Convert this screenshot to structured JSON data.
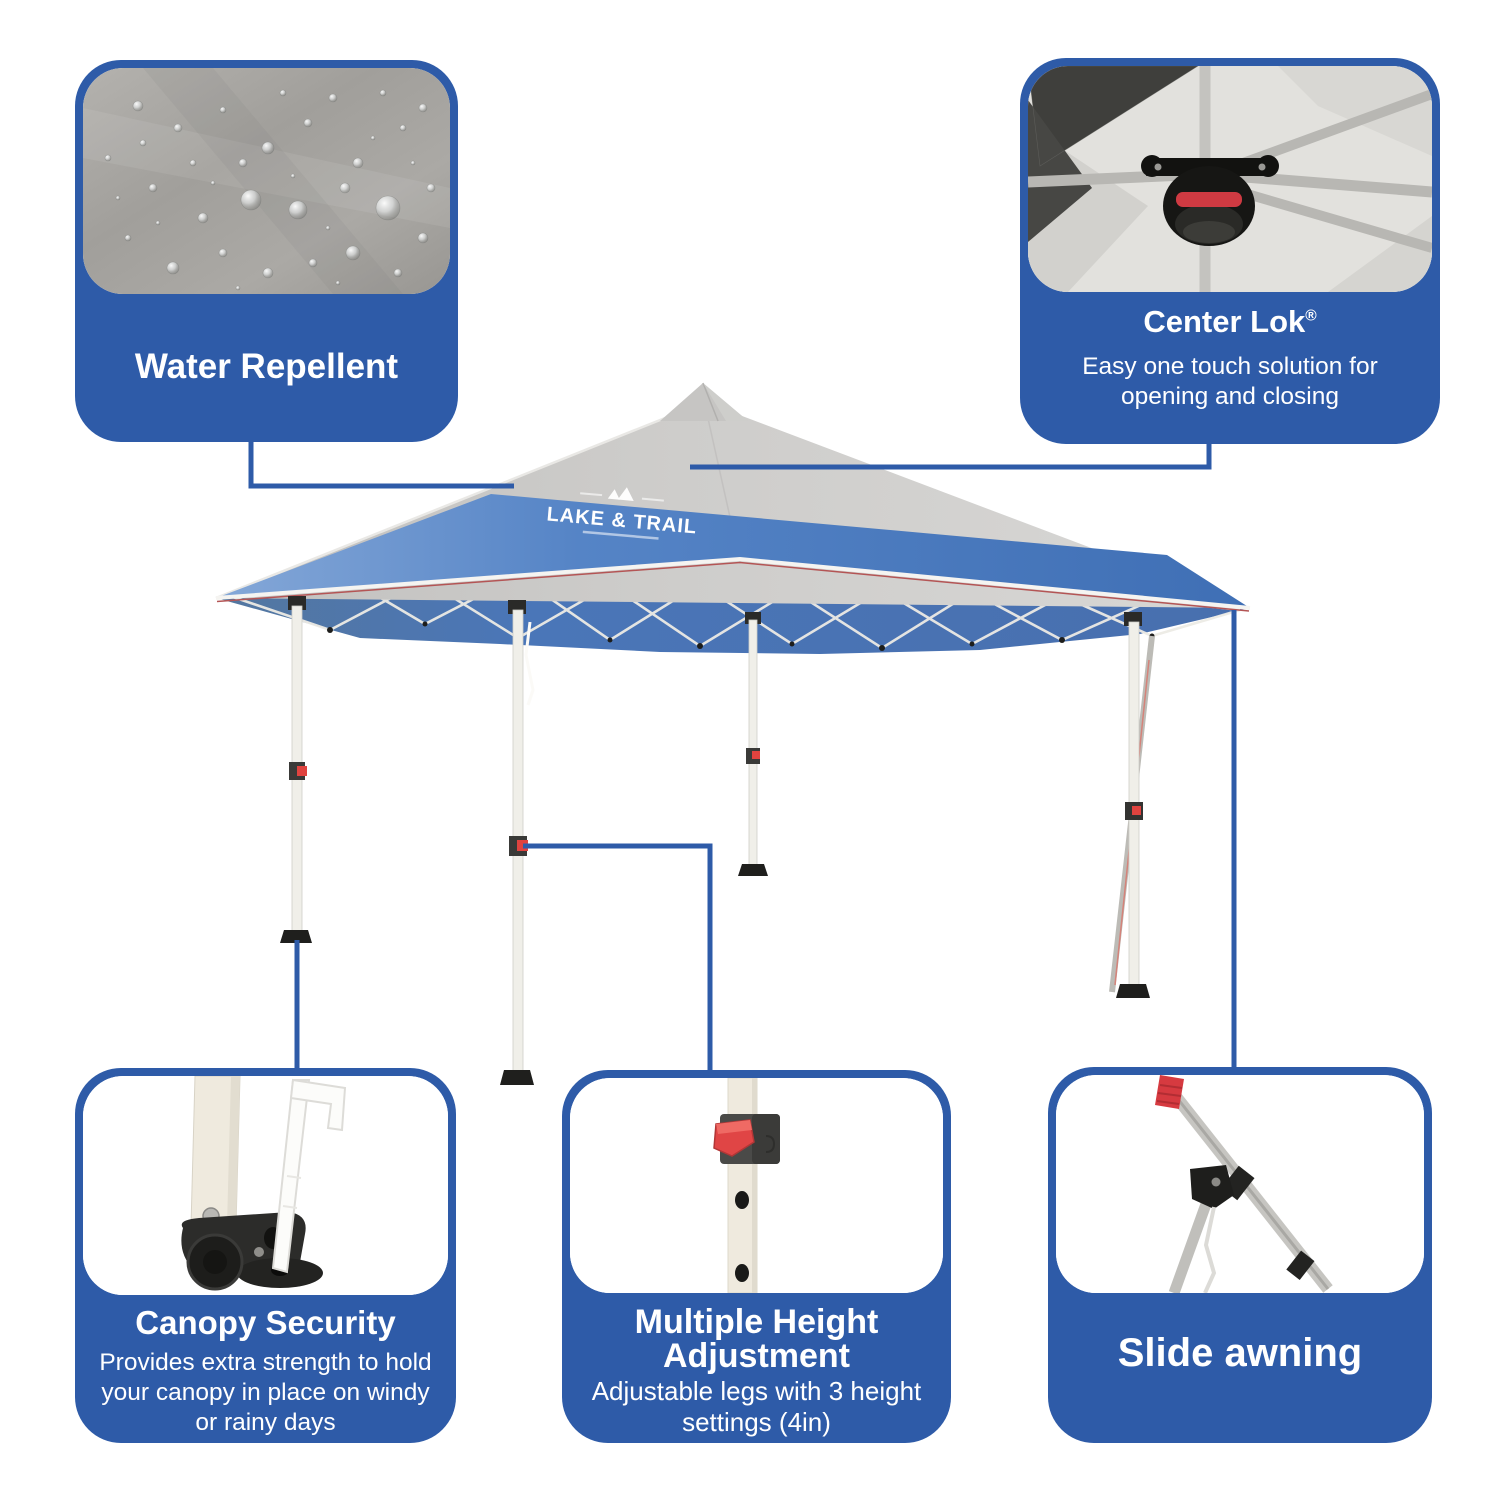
{
  "brand": {
    "logo_text": "LAKE & TRAIL"
  },
  "colors": {
    "card_blue": "#2e5ba8",
    "connector_blue": "#2e5ba8",
    "canopy_gray": "#cdccca",
    "valance_blue": "#4f80c4",
    "underside_blue": "#4a76b8",
    "accent_red": "#d63a40",
    "text_white": "#ffffff"
  },
  "cards": {
    "water_repellent": {
      "title": "Water Repellent",
      "image": "water-droplets-on-gray-fabric"
    },
    "center_lok": {
      "title": "Center Lok",
      "trademark": "®",
      "body_lines": [
        "Easy one touch solution for",
        "opening and closing"
      ],
      "image": "canopy-center-hub-underside"
    },
    "canopy_security": {
      "title": "Canopy Security",
      "body_lines": [
        "Provides extra strength to hold",
        "your canopy in place on windy",
        "or rainy days"
      ],
      "image": "leg-foot-with-stake"
    },
    "height_adjustment": {
      "title_lines": [
        "Multiple Height",
        "Adjustment"
      ],
      "body_lines": [
        "Adjustable legs with 3 height",
        "settings (4in)"
      ],
      "image": "leg-with-red-adjuster"
    },
    "slide_awning": {
      "title": "Slide awning",
      "image": "awning-pole-assembly"
    }
  }
}
